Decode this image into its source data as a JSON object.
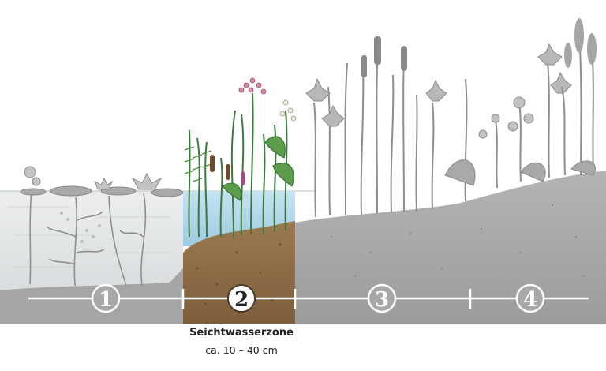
{
  "diagram": {
    "zones": [
      {
        "number": "1",
        "highlighted": false
      },
      {
        "number": "2",
        "highlighted": true
      },
      {
        "number": "3",
        "highlighted": false
      },
      {
        "number": "4",
        "highlighted": false
      }
    ],
    "highlight_caption": {
      "title": "Seichtwasserzone",
      "depth": "ca. 10 – 40 cm"
    }
  },
  "colors": {
    "water_gray": "#d9dcdd",
    "ground_gray": "#a6a6a6",
    "plant_gray": "#8e8e8e",
    "soil_brown": "#8a6a45",
    "water_blue": "#a9d3e8",
    "plant_green": "#3b7a3a",
    "marker_line": "#ffffff"
  }
}
